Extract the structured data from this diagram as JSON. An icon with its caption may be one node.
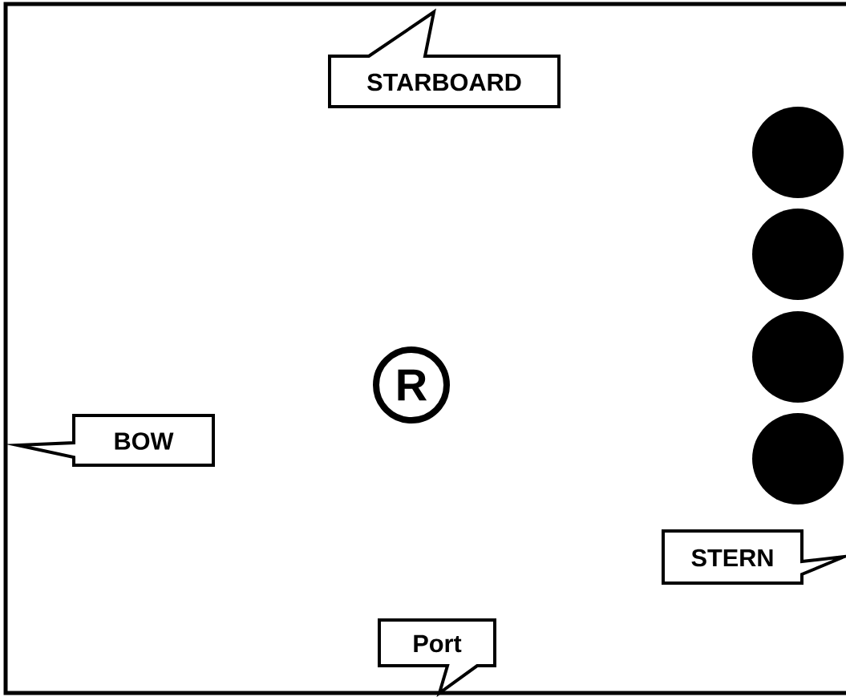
{
  "diagram": {
    "nodes": [
      {
        "text": [
          "STARBOARD"
        ]
      },
      {
        "text": [],
        "shape": "circle"
      },
      {
        "text": [],
        "shape": "circle"
      },
      {
        "text": [],
        "shape": "circle"
      },
      {
        "text": [],
        "shape": "circle"
      },
      {
        "text": [
          "R"
        ]
      },
      {
        "text": [
          "BOW"
        ]
      },
      {
        "text": [
          "STERN"
        ]
      },
      {
        "text": [
          "Port"
        ]
      }
    ]
  }
}
